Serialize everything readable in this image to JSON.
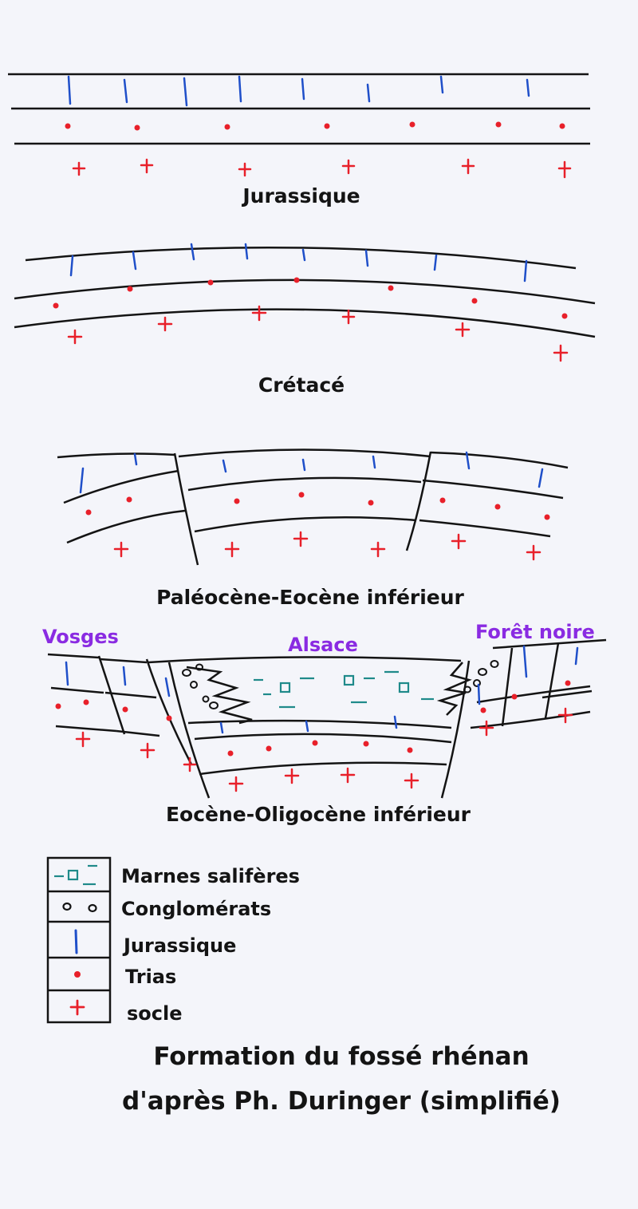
{
  "colors": {
    "ink": "#141414",
    "jurassique": "#1f4fc9",
    "trias": "#e8202a",
    "socle": "#e8202a",
    "marnes": "#1f8a8a",
    "region": "#8a2be2",
    "paper": "#f4f5fa"
  },
  "stages": {
    "s1": "Jurassique",
    "s2": "Crétacé",
    "s3": "Paléocène-Eocène inférieur",
    "s4": "Eocène-Oligocène inférieur"
  },
  "regions": {
    "vosges": "Vosges",
    "alsace": "Alsace",
    "foret": "Forêt noire"
  },
  "legend": [
    {
      "symbol": "marnes-icon",
      "label": "Marnes salifères"
    },
    {
      "symbol": "conglomerat-icon",
      "label": "Conglomérats"
    },
    {
      "symbol": "jurassique-icon",
      "label": "Jurassique"
    },
    {
      "symbol": "trias-icon",
      "label": "Trias"
    },
    {
      "symbol": "socle-icon",
      "label": "socle"
    }
  ],
  "title": {
    "line1": "Formation du fossé rhénan",
    "line2": "d'après Ph. Duringer (simplifié)"
  }
}
